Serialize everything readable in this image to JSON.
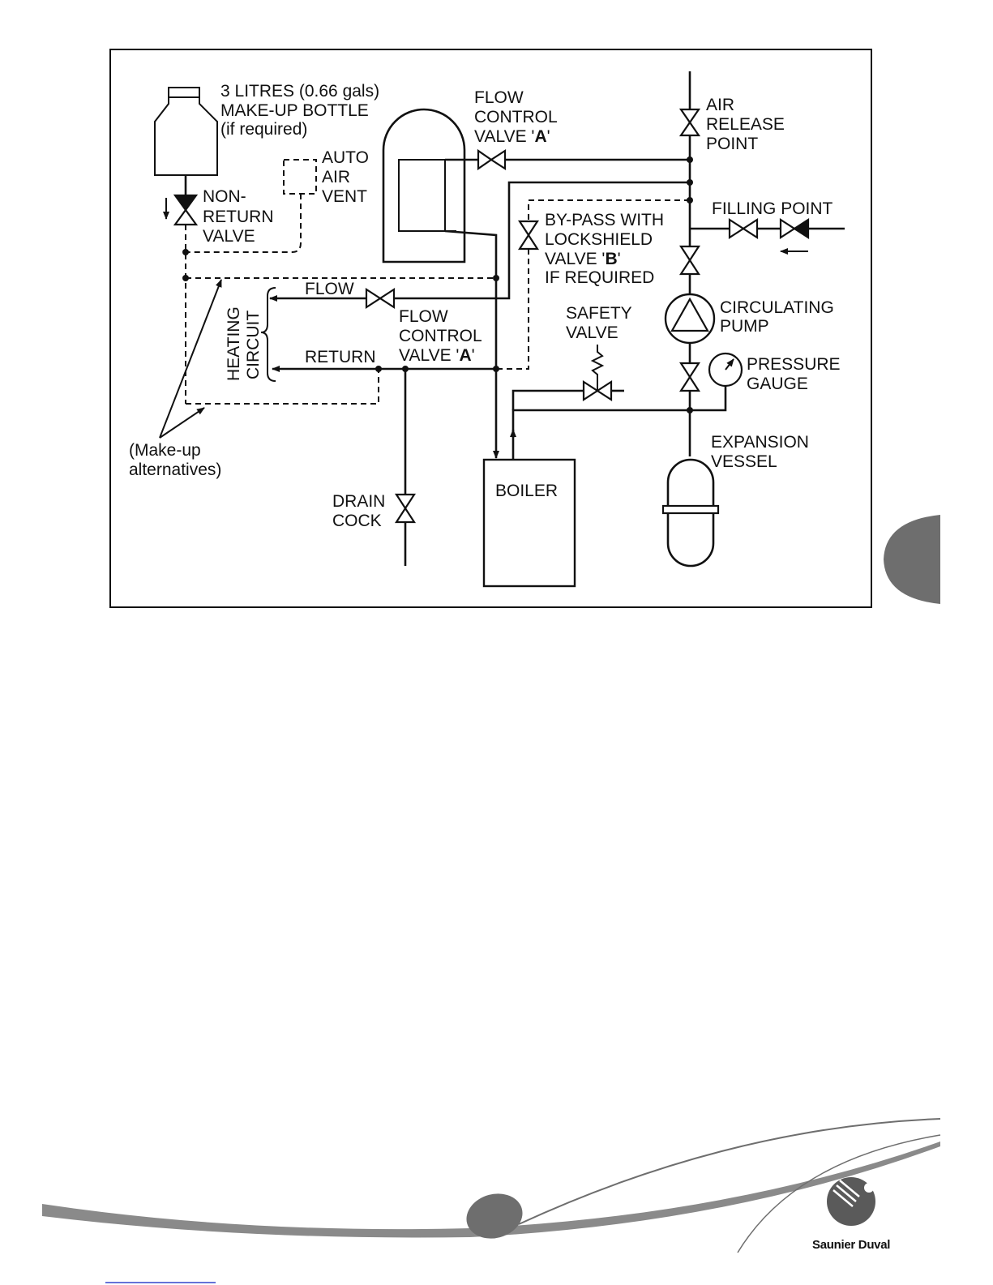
{
  "diagram": {
    "bottle": [
      "3 LITRES (0.66 gals)",
      "MAKE-UP BOTTLE",
      "(if required)"
    ],
    "auto_air_vent": [
      "AUTO",
      "AIR",
      "VENT"
    ],
    "non_return": [
      "NON-",
      "RETURN",
      "VALVE"
    ],
    "flow_control_top": [
      "FLOW",
      "CONTROL",
      "VALVE '",
      "A",
      "'"
    ],
    "air_release": [
      "AIR",
      "RELEASE",
      "POINT"
    ],
    "filling_point": "FILLING POINT",
    "bypass": [
      "BY-PASS WITH",
      "LOCKSHIELD",
      "VALVE '",
      "B",
      "'",
      "IF REQUIRED"
    ],
    "flow": "FLOW",
    "return": "RETURN",
    "heating_circuit": [
      "HEATING",
      "CIRCUIT"
    ],
    "flow_control_mid": [
      "FLOW",
      "CONTROL",
      "VALVE '",
      "A",
      "'"
    ],
    "safety_valve": [
      "SAFETY",
      "VALVE"
    ],
    "circulating_pump": [
      "CIRCULATING",
      "PUMP"
    ],
    "pressure_gauge": [
      "PRESSURE",
      "GAUGE"
    ],
    "expansion_vessel": [
      "EXPANSION",
      "VESSEL"
    ],
    "makeup_alternatives": [
      "(Make-up",
      "alternatives)"
    ],
    "drain_cock": [
      "DRAIN",
      "COCK"
    ],
    "boiler": "BOILER"
  },
  "brand": "Saunier Duval",
  "colors": {
    "ink": "#111111",
    "grey_tab": "#6e6e6e",
    "link_underline": "#3344cc"
  }
}
